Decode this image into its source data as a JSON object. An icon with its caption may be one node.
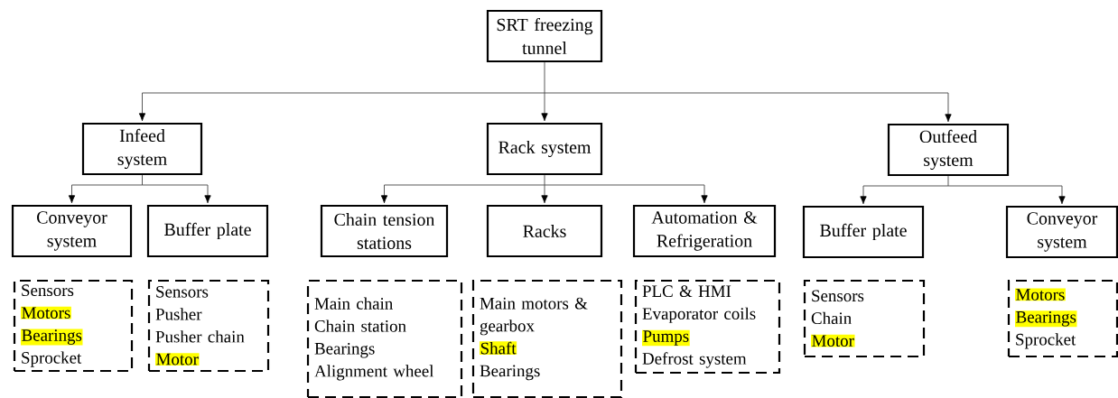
{
  "diagram": {
    "nodes": [
      {
        "text": [
          "SRT freezing tunnel"
        ]
      },
      {
        "text": [
          "Infeed system"
        ]
      },
      {
        "text": [
          "Rack system"
        ]
      },
      {
        "text": [
          "Outfeed system"
        ]
      },
      {
        "text": [
          "Conveyor system"
        ]
      },
      {
        "text": [
          "Buffer plate"
        ]
      },
      {
        "text": [
          "Chain tension stations"
        ]
      },
      {
        "text": [
          "Racks"
        ]
      },
      {
        "text": [
          "Automation & Refrigeration"
        ]
      },
      {
        "text": [
          "Buffer plate"
        ]
      },
      {
        "text": [
          "Conveyor system"
        ]
      },
      {
        "text": [
          "Sensors",
          "Motors",
          "Bearings",
          "Sprocket"
        ]
      },
      {
        "text": [
          "Sensors",
          "Pusher",
          "Pusher chain",
          "Motor"
        ]
      },
      {
        "text": [
          "Main chain",
          "Chain station",
          "Bearings",
          "Alignment wheel"
        ]
      },
      {
        "text": [
          "Main motors & gearbox",
          "Shaft",
          "Bearings"
        ]
      },
      {
        "text": [
          "PLC & HMI",
          "Evaporator coils",
          "Pumps",
          "Defrost system"
        ]
      },
      {
        "text": [
          "Sensors",
          "Chain",
          "Motor"
        ]
      },
      {
        "text": [
          "Motors",
          "Bearings",
          "Sprocket"
        ]
      }
    ],
    "edges": [
      {
        "from": 0,
        "to": 1,
        "arrow": "to"
      },
      {
        "from": 0,
        "to": 2,
        "arrow": "to"
      },
      {
        "from": 0,
        "to": 3,
        "arrow": "to"
      },
      {
        "from": 1,
        "to": 4,
        "arrow": "to"
      },
      {
        "from": 1,
        "to": 5,
        "arrow": "to"
      },
      {
        "from": 2,
        "to": 6,
        "arrow": "to"
      },
      {
        "from": 2,
        "to": 7,
        "arrow": "to"
      },
      {
        "from": 2,
        "to": 8,
        "arrow": "to"
      },
      {
        "from": 3,
        "to": 9,
        "arrow": "to"
      },
      {
        "from": 3,
        "to": 10,
        "arrow": "to"
      }
    ]
  }
}
